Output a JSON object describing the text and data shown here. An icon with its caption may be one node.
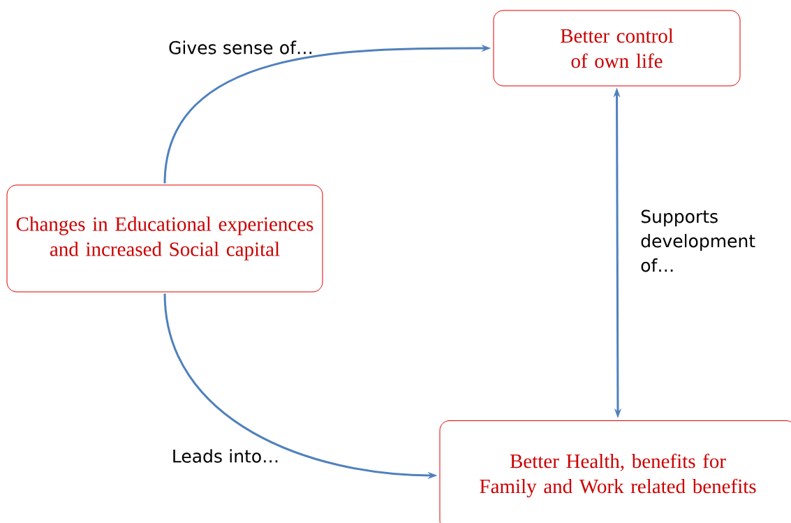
{
  "diagram": {
    "nodes": [
      {
        "text": [
          "Changes in Educational experiences and increased Social capital"
        ]
      },
      {
        "text": [
          "Better control of own life"
        ]
      },
      {
        "text": [
          "Better Health, benefits for Family and Work related benefits"
        ]
      }
    ],
    "edges": [
      {
        "from": 0,
        "to": 1,
        "arrow": "to",
        "label": "Gives sense of…"
      },
      {
        "from": 0,
        "to": 2,
        "arrow": "to",
        "label": "Leads into…"
      },
      {
        "from": 1,
        "to": 2,
        "arrow": "both",
        "label": "Supports development of…"
      }
    ]
  }
}
